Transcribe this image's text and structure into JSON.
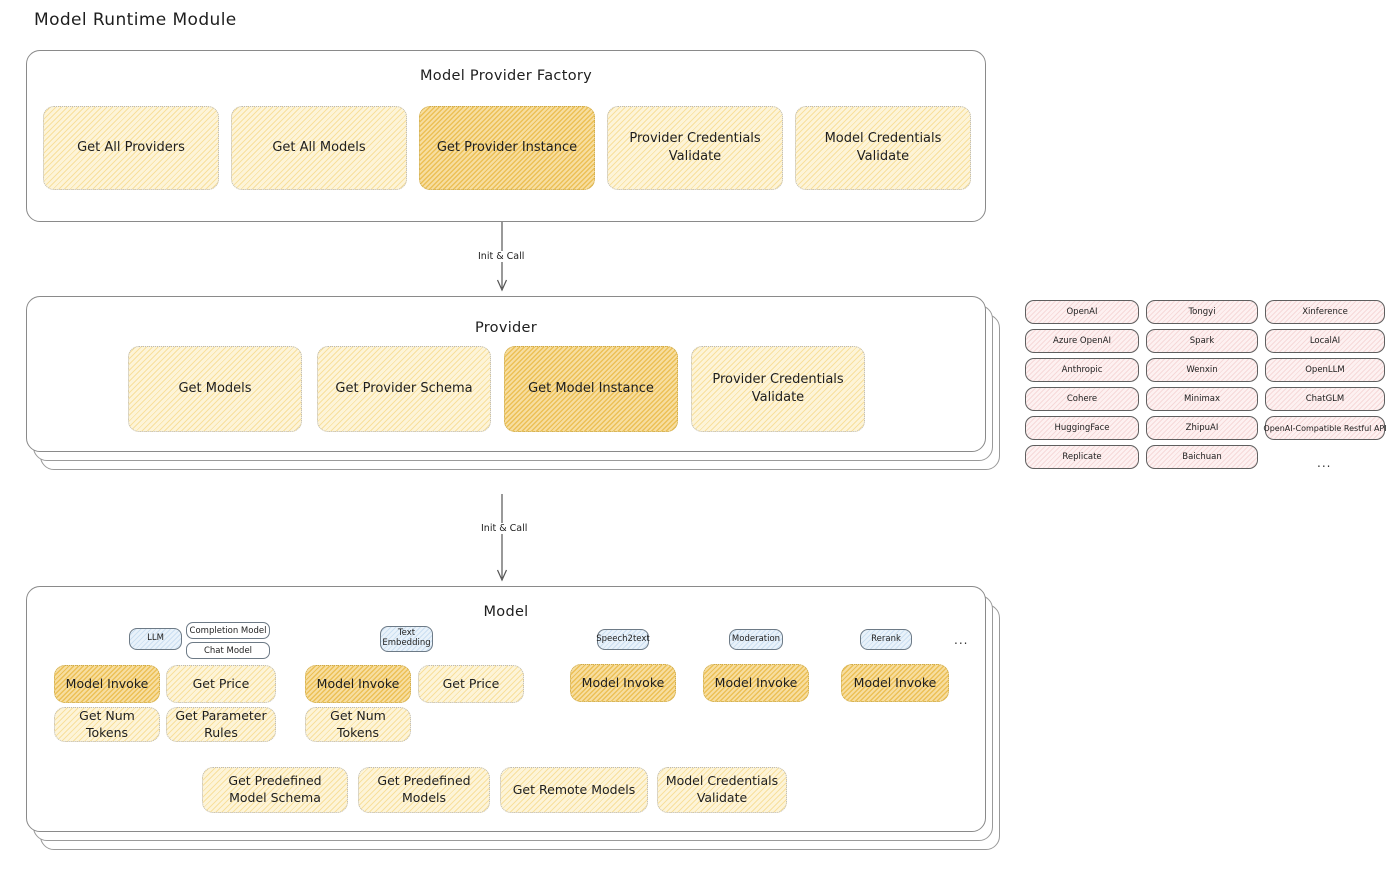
{
  "page": {
    "title": "Model Runtime Module"
  },
  "factory": {
    "title": "Model Provider Factory",
    "boxes": [
      {
        "label": "Get All Providers",
        "highlight": false
      },
      {
        "label": "Get All Models",
        "highlight": false
      },
      {
        "label": "Get Provider Instance",
        "highlight": true
      },
      {
        "label": "Provider Credentials Validate",
        "highlight": false
      },
      {
        "label": "Model Credentials Validate",
        "highlight": false
      }
    ]
  },
  "arrows": [
    {
      "label": "Init & Call"
    },
    {
      "label": "Init & Call"
    }
  ],
  "provider": {
    "title": "Provider",
    "boxes": [
      {
        "label": "Get Models",
        "highlight": false
      },
      {
        "label": "Get Provider Schema",
        "highlight": false
      },
      {
        "label": "Get Model Instance",
        "highlight": true
      },
      {
        "label": "Provider Credentials Validate",
        "highlight": false
      }
    ]
  },
  "provider_list": {
    "columns": [
      {
        "items": [
          "OpenAI",
          "Azure OpenAI",
          "Anthropic",
          "Cohere",
          "HuggingFace",
          "Replicate"
        ],
        "ellipsis": false
      },
      {
        "items": [
          "Tongyi",
          "Spark",
          "Wenxin",
          "Minimax",
          "ZhipuAI",
          "Baichuan"
        ],
        "ellipsis": false
      },
      {
        "items": [
          "Xinference",
          "LocalAI",
          "OpenLLM",
          "ChatGLM",
          "OpenAI-Compatible Restful API"
        ],
        "ellipsis": true,
        "ellipsis_text": "..."
      }
    ]
  },
  "model": {
    "title": "Model",
    "more_types": "...",
    "types": [
      {
        "badge": "LLM",
        "pills": [
          "Completion Model",
          "Chat Model"
        ],
        "boxes": [
          {
            "label": "Model Invoke",
            "highlight": true
          },
          {
            "label": "Get Price",
            "highlight": false
          },
          {
            "label": "Get Num Tokens",
            "highlight": false
          },
          {
            "label": "Get Parameter Rules",
            "highlight": false
          }
        ]
      },
      {
        "badge": "Text Embedding",
        "pills": [],
        "boxes": [
          {
            "label": "Model Invoke",
            "highlight": true
          },
          {
            "label": "Get Price",
            "highlight": false
          },
          {
            "label": "Get Num Tokens",
            "highlight": false
          }
        ]
      },
      {
        "badge": "Speech2text",
        "pills": [],
        "boxes": [
          {
            "label": "Model Invoke",
            "highlight": true
          }
        ]
      },
      {
        "badge": "Moderation",
        "pills": [],
        "boxes": [
          {
            "label": "Model Invoke",
            "highlight": true
          }
        ]
      },
      {
        "badge": "Rerank",
        "pills": [],
        "boxes": [
          {
            "label": "Model Invoke",
            "highlight": true
          }
        ]
      }
    ],
    "common_boxes": [
      {
        "label": "Get Predefined Model Schema"
      },
      {
        "label": "Get Predefined Models"
      },
      {
        "label": "Get Remote Models"
      },
      {
        "label": "Model Credentials Validate"
      }
    ]
  },
  "colors": {
    "fill_normal": "#fdf4d8",
    "fill_highlight": "#f7dea0",
    "badge_blue": "#e9f2fa",
    "provider_pink": "#fdf1f1",
    "stroke": "#1e1e1e"
  }
}
